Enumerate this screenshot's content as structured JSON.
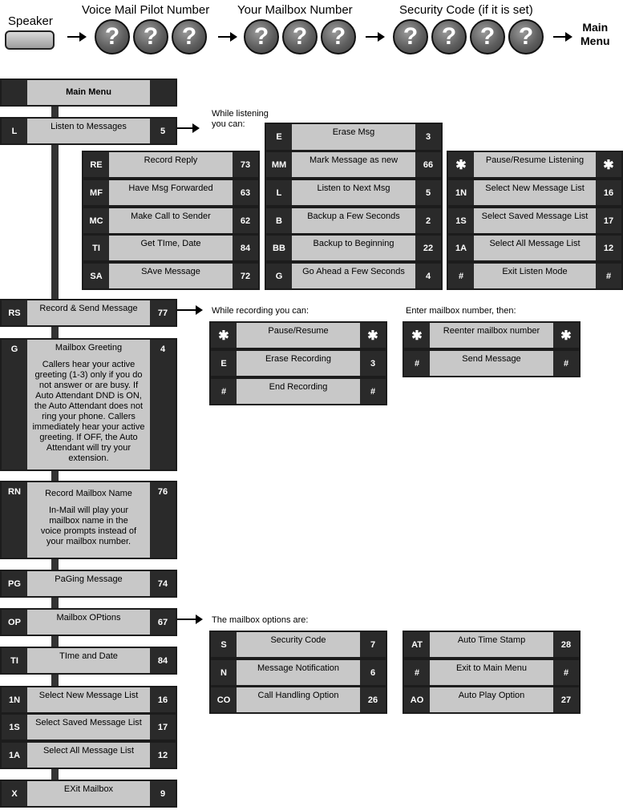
{
  "header": {
    "speaker": "Speaker",
    "pilot": "Voice Mail Pilot Number",
    "mailbox": "Your Mailbox Number",
    "security": "Security Code (if it is set)",
    "main_menu": "Main\nMenu",
    "q": "?"
  },
  "main_menu_title": "Main Menu",
  "notes": {
    "listening": "While listening you can:",
    "recording": "While recording you can:",
    "enter_mailbox": "Enter mailbox number, then:",
    "options": "The mailbox options are:"
  },
  "menu": {
    "listen": {
      "code": "L",
      "label": "Listen to Messages",
      "num": "5"
    },
    "record_send": {
      "code": "RS",
      "label": "Record & Send Message",
      "num": "77"
    },
    "greeting": {
      "code": "G",
      "label": "Mailbox Greeting",
      "num": "4",
      "desc": "Callers hear your active greeting (1-3) only if you do not answer or are busy. If Auto Attendant DND is ON, the Auto Attendant does not ring your phone. Callers immediately hear your active greeting. If OFF, the Auto Attendant will try your extension."
    },
    "record_name": {
      "code": "RN",
      "label": "Record Mailbox Name",
      "num": "76",
      "desc": "In-Mail will play your mailbox name in the voice prompts instead of your mailbox number."
    },
    "paging": {
      "code": "PG",
      "label": "PaGing Message",
      "num": "74"
    },
    "options": {
      "code": "OP",
      "label": "Mailbox OPtions",
      "num": "67"
    },
    "time": {
      "code": "TI",
      "label": "TIme and Date",
      "num": "84"
    },
    "new_list": {
      "code": "1N",
      "label": "Select New Message List",
      "num": "16"
    },
    "saved_list": {
      "code": "1S",
      "label": "Select Saved Message List",
      "num": "17"
    },
    "all_list": {
      "code": "1A",
      "label": "Select All Message List",
      "num": "12"
    },
    "exit": {
      "code": "X",
      "label": "EXit Mailbox",
      "num": "9"
    }
  },
  "listen_col1": [
    {
      "code": "RE",
      "label": "Record Reply",
      "num": "73"
    },
    {
      "code": "MF",
      "label": "Have Msg Forwarded",
      "num": "63"
    },
    {
      "code": "MC",
      "label": "Make Call to Sender",
      "num": "62"
    },
    {
      "code": "TI",
      "label": "Get TIme, Date",
      "num": "84"
    },
    {
      "code": "SA",
      "label": "SAve Message",
      "num": "72"
    }
  ],
  "listen_col2": [
    {
      "code": "E",
      "label": "Erase Msg",
      "num": "3"
    },
    {
      "code": "MM",
      "label": "Mark Message as new",
      "num": "66"
    },
    {
      "code": "L",
      "label": "Listen to Next Msg",
      "num": "5"
    },
    {
      "code": "B",
      "label": "Backup a Few Seconds",
      "num": "2"
    },
    {
      "code": "BB",
      "label": "Backup to Beginning",
      "num": "22"
    },
    {
      "code": "G",
      "label": "Go Ahead a Few Seconds",
      "num": "4"
    }
  ],
  "listen_col3": [
    {
      "code": "✱",
      "label": "Pause/Resume Listening",
      "num": "✱"
    },
    {
      "code": "1N",
      "label": "Select New Message List",
      "num": "16"
    },
    {
      "code": "1S",
      "label": "Select Saved Message List",
      "num": "17"
    },
    {
      "code": "1A",
      "label": "Select All Message List",
      "num": "12"
    },
    {
      "code": "#",
      "label": "Exit Listen Mode",
      "num": "#"
    }
  ],
  "recording": [
    {
      "code": "✱",
      "label": "Pause/Resume",
      "num": "✱"
    },
    {
      "code": "E",
      "label": "Erase Recording",
      "num": "3"
    },
    {
      "code": "#",
      "label": "End Recording",
      "num": "#"
    }
  ],
  "send": [
    {
      "code": "✱",
      "label": "Reenter mailbox number",
      "num": "✱"
    },
    {
      "code": "#",
      "label": "Send Message",
      "num": "#"
    }
  ],
  "options_col1": [
    {
      "code": "S",
      "label": "Security Code",
      "num": "7"
    },
    {
      "code": "N",
      "label": "Message Notification",
      "num": "6"
    },
    {
      "code": "CO",
      "label": "Call Handling Option",
      "num": "26"
    }
  ],
  "options_col2": [
    {
      "code": "AT",
      "label": "Auto Time Stamp",
      "num": "28"
    },
    {
      "code": "#",
      "label": "Exit to Main Menu",
      "num": "#"
    },
    {
      "code": "AO",
      "label": "Auto Play Option",
      "num": "27"
    }
  ]
}
